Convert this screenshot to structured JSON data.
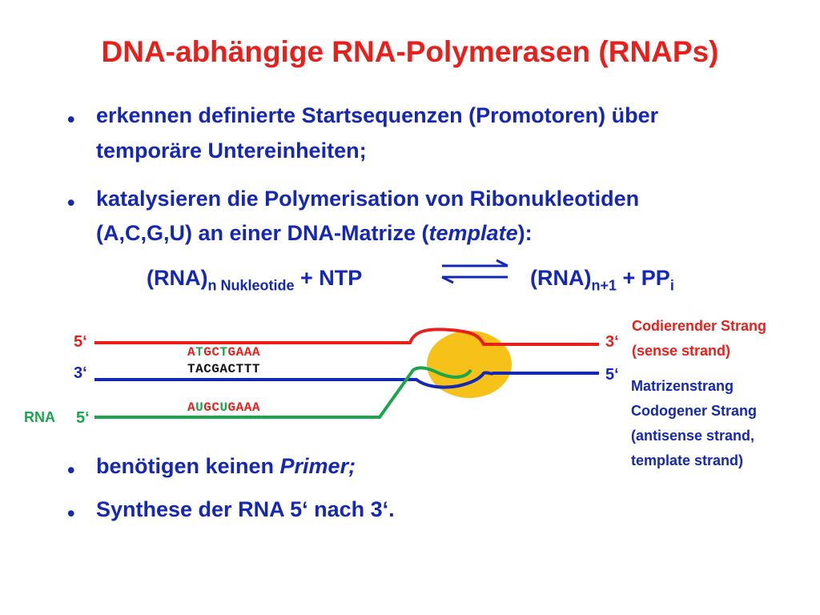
{
  "title": "DNA-abhängige RNA-Polymerasen (RNAPs)",
  "bullet_symbol": "•",
  "bullets": [
    {
      "line1": "erkennen definierte Startsequenzen (Promotoren) über",
      "line2": "temporäre Untereinheiten;"
    },
    {
      "line1": "katalysieren die Polymerisation von Ribonukleotiden",
      "line2a": "(A,C,G,U)  an einer DNA-Matrize (",
      "line2b": "template",
      "line2c": "):"
    },
    {
      "a": "benötigen keinen ",
      "b": "Primer;"
    },
    {
      "text": "Synthese der RNA 5‘ nach 3‘."
    }
  ],
  "equation": {
    "left": "(RNA)",
    "left_sub": "n Nukleotide",
    "plus_ntp": " + NTP",
    "right": "(RNA)",
    "right_sub": "n+1",
    "plus_pp": " + PP",
    "pp_sub": "i"
  },
  "diagram": {
    "sense_5": "5‘",
    "sense_3": "3‘",
    "template_3": "3‘",
    "template_5": "5‘",
    "rna_label": "RNA",
    "rna_5": "5‘",
    "sense_seq": [
      "A",
      "T",
      "G",
      "C",
      "T",
      "G",
      "A",
      "A",
      "A"
    ],
    "template_seq": "TACGACTTT",
    "rna_seq": [
      "A",
      "U",
      "G",
      "C",
      "U",
      "G",
      "A",
      "A",
      "A"
    ],
    "colors": {
      "sense": "#e8201c",
      "template": "#1528b5",
      "rna": "#1aa64a",
      "polymerase": "#f6c21a"
    },
    "coding_label": [
      "Codierender Strang",
      "(sense strand)"
    ],
    "template_label": [
      "Matrizenstrang",
      "Codogener Strang",
      "(antisense strand,",
      "template strand)"
    ]
  }
}
